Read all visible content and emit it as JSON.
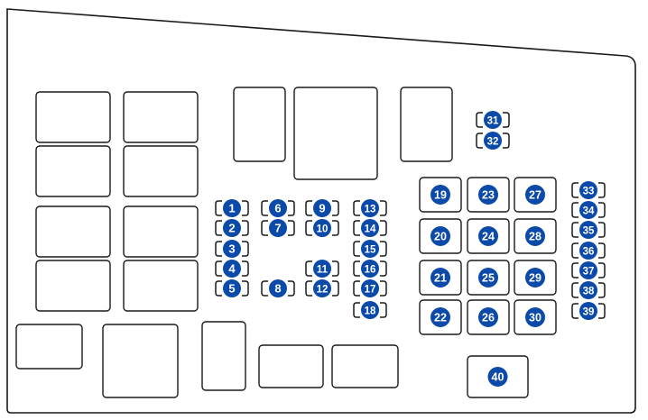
{
  "colors": {
    "outline": "#1a1a1a",
    "fuse_fill": "#0b4aa8",
    "fuse_number": "#ffffff",
    "background": "#ffffff"
  },
  "mini_fuses": [
    {
      "id": "1"
    },
    {
      "id": "2"
    },
    {
      "id": "3"
    },
    {
      "id": "4"
    },
    {
      "id": "5"
    },
    {
      "id": "6"
    },
    {
      "id": "7"
    },
    {
      "id": "8"
    },
    {
      "id": "9"
    },
    {
      "id": "10"
    },
    {
      "id": "11"
    },
    {
      "id": "12"
    },
    {
      "id": "13"
    },
    {
      "id": "14"
    },
    {
      "id": "15"
    },
    {
      "id": "16"
    },
    {
      "id": "17"
    },
    {
      "id": "18"
    },
    {
      "id": "31"
    },
    {
      "id": "32"
    },
    {
      "id": "33"
    },
    {
      "id": "34"
    },
    {
      "id": "35"
    },
    {
      "id": "36"
    },
    {
      "id": "37"
    },
    {
      "id": "38"
    },
    {
      "id": "39"
    }
  ],
  "big_fuses": [
    {
      "id": "19"
    },
    {
      "id": "20"
    },
    {
      "id": "21"
    },
    {
      "id": "22"
    },
    {
      "id": "23"
    },
    {
      "id": "24"
    },
    {
      "id": "25"
    },
    {
      "id": "26"
    },
    {
      "id": "27"
    },
    {
      "id": "28"
    },
    {
      "id": "29"
    },
    {
      "id": "30"
    },
    {
      "id": "40"
    }
  ]
}
